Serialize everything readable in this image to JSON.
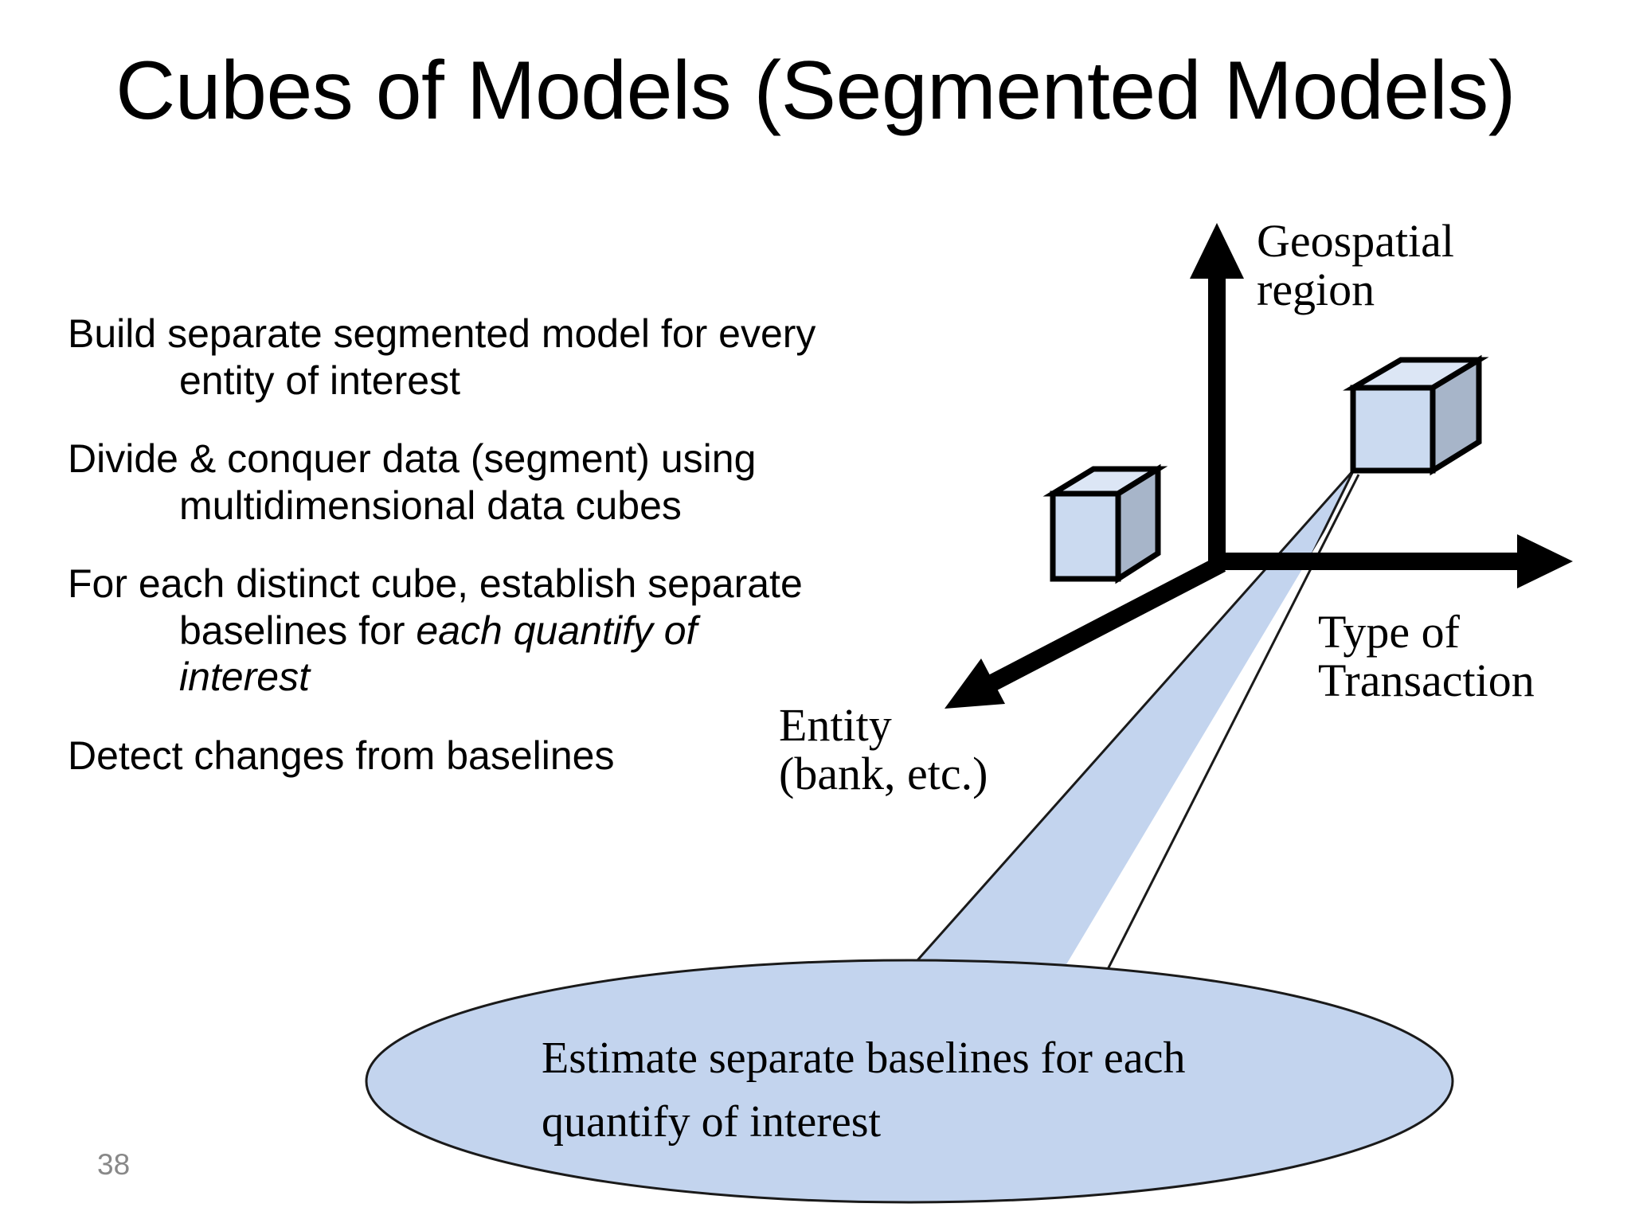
{
  "slide": {
    "title": "Cubes of Models (Segmented Models)",
    "page_number": "38"
  },
  "body": {
    "bullets": [
      {
        "id": "bullet-build-separate-model",
        "line1": "Build separate segmented model",
        "line2": "for every entity of interest"
      },
      {
        "id": "bullet-divide-and-conquer",
        "line1": "Divide & conquer data (segment)",
        "line2": "using multidimensional data",
        "line3": "cubes"
      },
      {
        "id": "bullet-establish-baselines",
        "line1": "For each distinct cube, establish",
        "line2_plain": "separate baselines for ",
        "line2_italic": "each",
        "line3_italic": "quantify of interest"
      },
      {
        "id": "bullet-detect-changes",
        "line1": "Detect changes from baselines"
      }
    ]
  },
  "diagram": {
    "axes": [
      {
        "id": "axis-vertical",
        "label_line1": "Geospatial",
        "label_line2": "region"
      },
      {
        "id": "axis-horizontal",
        "label_line1": "Type of",
        "label_line2": "Transaction"
      },
      {
        "id": "axis-depth",
        "label_line1": "Entity",
        "label_line2": "(bank, etc.)"
      }
    ],
    "cubes": [
      {
        "id": "cube-left",
        "name": "cube-lower-left"
      },
      {
        "id": "cube-right",
        "name": "cube-upper-right"
      }
    ],
    "callout": {
      "line1": "Estimate separate baselines for each",
      "line2": "quantify of interest"
    },
    "colors": {
      "cube_front": "#cbdaf0",
      "cube_top": "#dce6f5",
      "cube_side": "#a7b5c9",
      "cube_stroke": "#000000",
      "callout_fill": "#c3d4ee",
      "callout_stroke": "#1a1a1a",
      "axis": "#000000",
      "page_number": "#888888"
    }
  }
}
